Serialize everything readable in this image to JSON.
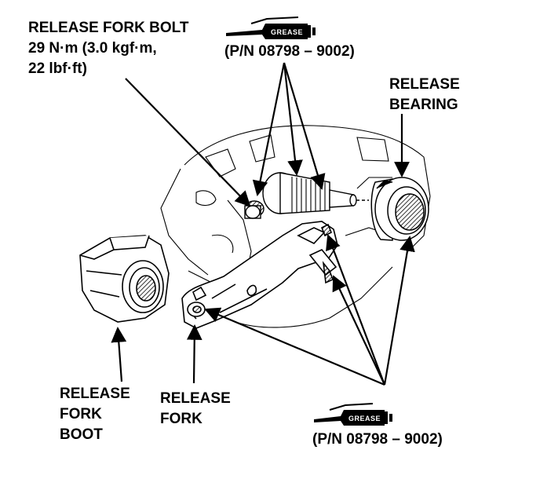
{
  "labels": {
    "bolt_line1": "RELEASE FORK BOLT",
    "bolt_line2": "29 N·m (3.0 kgf·m,",
    "bolt_line3": "22 lbf·ft)",
    "grease_top_tag": "GREASE",
    "grease_top_pn": "(P/N 08798 – 9002)",
    "bearing_line1": "RELEASE",
    "bearing_line2": "BEARING",
    "boot_line1": "RELEASE",
    "boot_line2": "FORK",
    "boot_line3": "BOOT",
    "fork_line1": "RELEASE",
    "fork_line2": "FORK",
    "grease_bottom_tag": "GREASE",
    "grease_bottom_pn": "(P/N 08798 – 9002)"
  },
  "colors": {
    "ink": "#000000",
    "paper": "#ffffff"
  },
  "icons": [
    "grease-tube-icon",
    "grease-tube-icon"
  ]
}
